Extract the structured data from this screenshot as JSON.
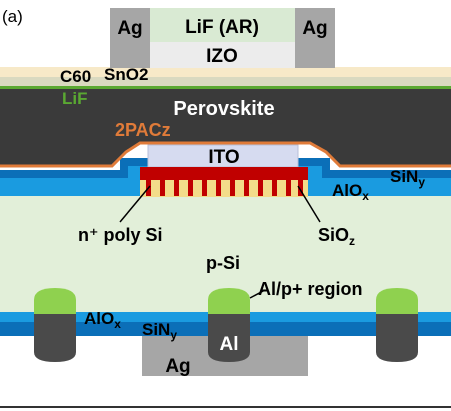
{
  "figure": {
    "panel_label": "(a)",
    "layers": {
      "ag_top": "Ag",
      "lif_ar": "LiF (AR)",
      "izo": "IZO",
      "c60": "C60",
      "sno2": "SnO2",
      "lif": "LiF",
      "perovskite": "Perovskite",
      "twopacz": "2PACz",
      "ito": "ITO",
      "sinx_prefix": "SiN",
      "sinx_sub": "y",
      "alox_prefix": "AlO",
      "alox_sub": "x",
      "n_poly_si": "n⁺ poly Si",
      "sioz_prefix": "SiO",
      "sioz_sub": "z",
      "p_si": "p-Si",
      "al_p_region": "Al/p+ region",
      "alox_bottom_prefix": "AlO",
      "alox_bottom_sub": "x",
      "siny_bottom_prefix": "SiN",
      "siny_bottom_sub": "y",
      "al": "Al",
      "ag_bottom": "Ag"
    },
    "colors": {
      "ag": "#a6a6a6",
      "lif_ar": "#d9ead3",
      "izo": "#ececec",
      "perovskite": "#3a3a3a",
      "twopacz": "#e07b39",
      "lif_green": "#5aa832",
      "c60_band": "#f7e9c8",
      "ito": "#d6dbf0",
      "silicon": "#e2efd9",
      "alox_blue": "#1a9be0",
      "sinx_blue": "#0b6fb8",
      "n_poly": "#c00000",
      "sioz": "#f3dc8a",
      "contact_green": "#8fd14f",
      "al_dark": "#4a4a4a"
    }
  }
}
